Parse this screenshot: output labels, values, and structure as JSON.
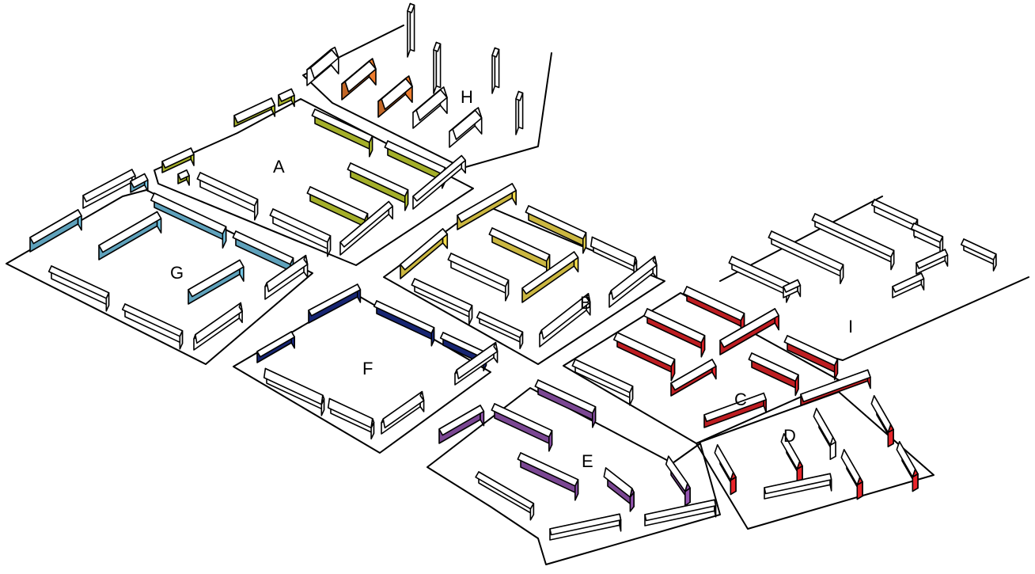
{
  "labels": {
    "A": "A",
    "B": "B",
    "C": "C",
    "D": "D",
    "E": "E",
    "F": "F",
    "G": "G",
    "H": "H",
    "I": "I"
  },
  "colors": {
    "A": "#c8d633",
    "B": "#f7df4f",
    "C": "#e8242a",
    "D": "#e8242a",
    "E": "#9656b3",
    "F": "#1d2e8c",
    "G": "#74c6e5",
    "H": "#ee7d2f",
    "none": "#ffffff"
  }
}
